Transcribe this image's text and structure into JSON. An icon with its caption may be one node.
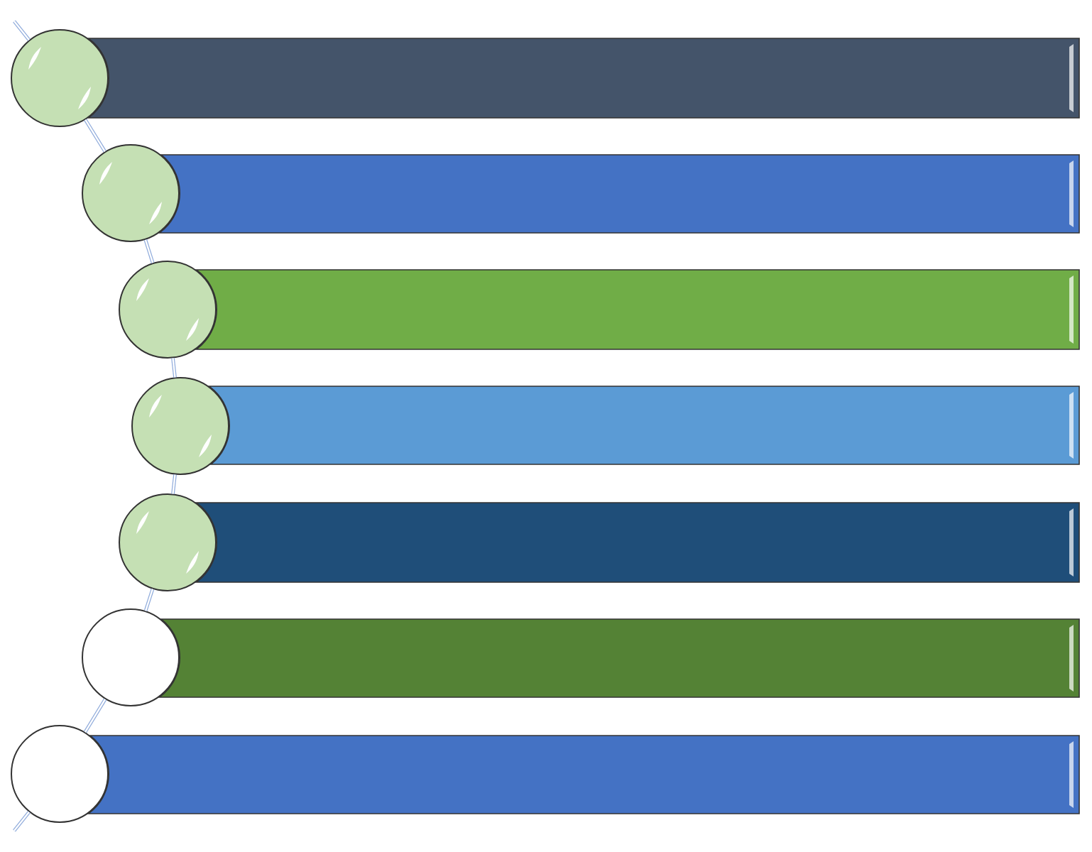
{
  "diagram": {
    "nodes": [
      {
        "text": [],
        "shape": "circle"
      },
      {
        "text": [],
        "shape": "bar"
      },
      {
        "text": [],
        "shape": "circle"
      },
      {
        "text": [],
        "shape": "bar"
      },
      {
        "text": [],
        "shape": "circle"
      },
      {
        "text": [],
        "shape": "bar"
      },
      {
        "text": [],
        "shape": "circle"
      },
      {
        "text": [],
        "shape": "bar"
      },
      {
        "text": [],
        "shape": "circle"
      },
      {
        "text": [],
        "shape": "bar"
      },
      {
        "text": [],
        "shape": "circle"
      },
      {
        "text": [],
        "shape": "bar"
      },
      {
        "text": [],
        "shape": "circle"
      },
      {
        "text": [],
        "shape": "bar"
      }
    ],
    "edges": [
      {
        "from": null,
        "to": 0,
        "arrow": "none"
      },
      {
        "from": 0,
        "to": 2,
        "arrow": "none"
      },
      {
        "from": 2,
        "to": 4,
        "arrow": "none"
      },
      {
        "from": 4,
        "to": 6,
        "arrow": "none"
      },
      {
        "from": 6,
        "to": 8,
        "arrow": "none"
      },
      {
        "from": 8,
        "to": 10,
        "arrow": "none"
      },
      {
        "from": 10,
        "to": 12,
        "arrow": "none"
      },
      {
        "from": 12,
        "to": null,
        "arrow": "none"
      }
    ]
  }
}
